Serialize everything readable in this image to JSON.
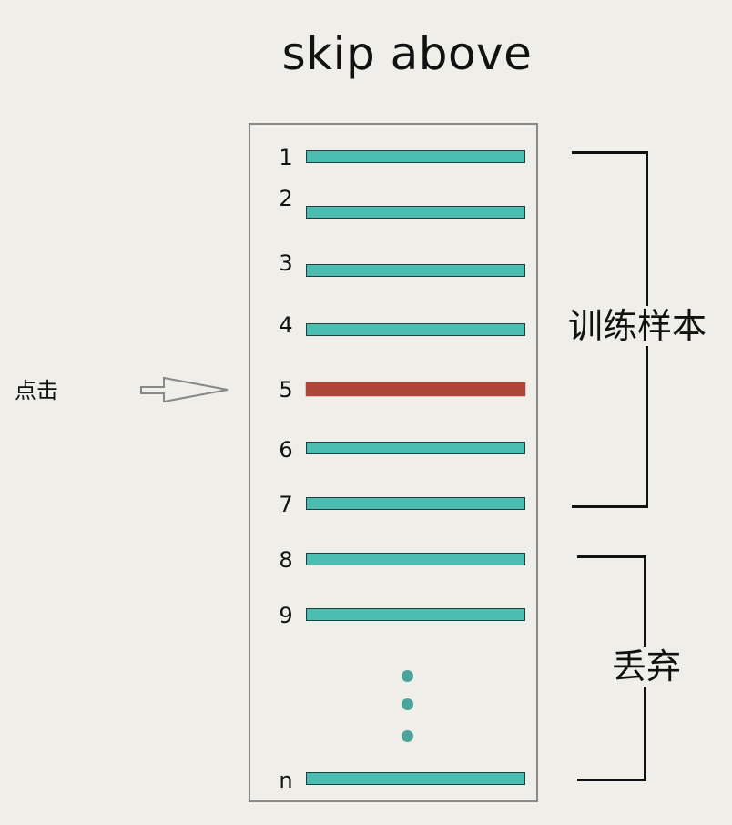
{
  "title": "skip above",
  "click_label": "点击",
  "rows": [
    {
      "num": "1",
      "selected": false
    },
    {
      "num": "2",
      "selected": false
    },
    {
      "num": "3",
      "selected": false
    },
    {
      "num": "4",
      "selected": false
    },
    {
      "num": "5",
      "selected": true
    },
    {
      "num": "6",
      "selected": false
    },
    {
      "num": "7",
      "selected": false
    },
    {
      "num": "8",
      "selected": false
    },
    {
      "num": "9",
      "selected": false
    },
    {
      "num": "n",
      "selected": false
    }
  ],
  "brackets": {
    "train_label": "训练样本",
    "discard_label": "丢弃"
  },
  "colors": {
    "bar": "#4cbdb3",
    "selected_bar": "#b04438",
    "dots": "#4aa49a",
    "background": "#efeee9"
  },
  "icons": [
    "outline-right-arrow-icon"
  ]
}
